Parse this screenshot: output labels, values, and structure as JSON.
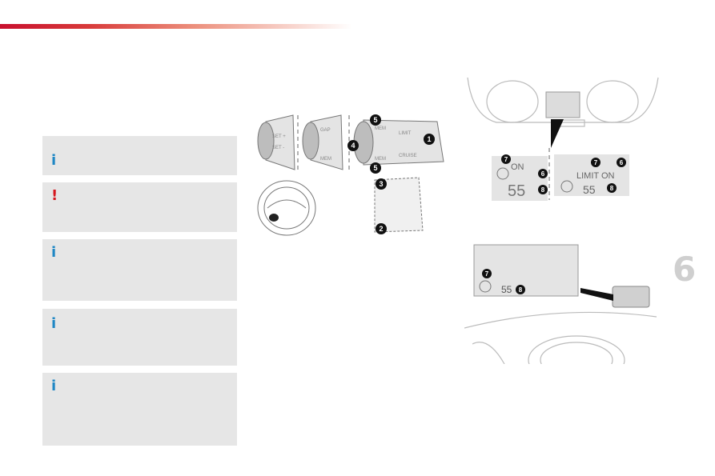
{
  "chapter": {
    "number": "6"
  },
  "notes": [
    {
      "icon": "i",
      "kind": "info"
    },
    {
      "icon": "!",
      "kind": "warning"
    },
    {
      "icon": "i",
      "kind": "info"
    },
    {
      "icon": "i",
      "kind": "info"
    },
    {
      "icon": "i",
      "kind": "info"
    }
  ],
  "controls_figure": {
    "callouts": [
      "1",
      "2",
      "3",
      "4",
      "5",
      "5"
    ],
    "stalk_labels": {
      "gap": "GAP",
      "mem": "MEM",
      "set_plus": "SET +",
      "set_minus": "SET -",
      "limit": "LIMIT",
      "cruise": "CRUISE"
    }
  },
  "cluster_figure": {
    "callouts": [
      "7",
      "6",
      "8",
      "7",
      "6",
      "8"
    ],
    "left_display": {
      "status": "ON",
      "speed": "55"
    },
    "right_display": {
      "status": "LIMIT ON",
      "speed": "55"
    }
  },
  "hud_figure": {
    "callouts": [
      "7",
      "8"
    ],
    "speed": "55"
  },
  "colors": {
    "accent_red": "#c8102e",
    "info_blue": "#1f87c4",
    "warning_red": "#d6171e",
    "note_background": "#e6e6e6"
  }
}
